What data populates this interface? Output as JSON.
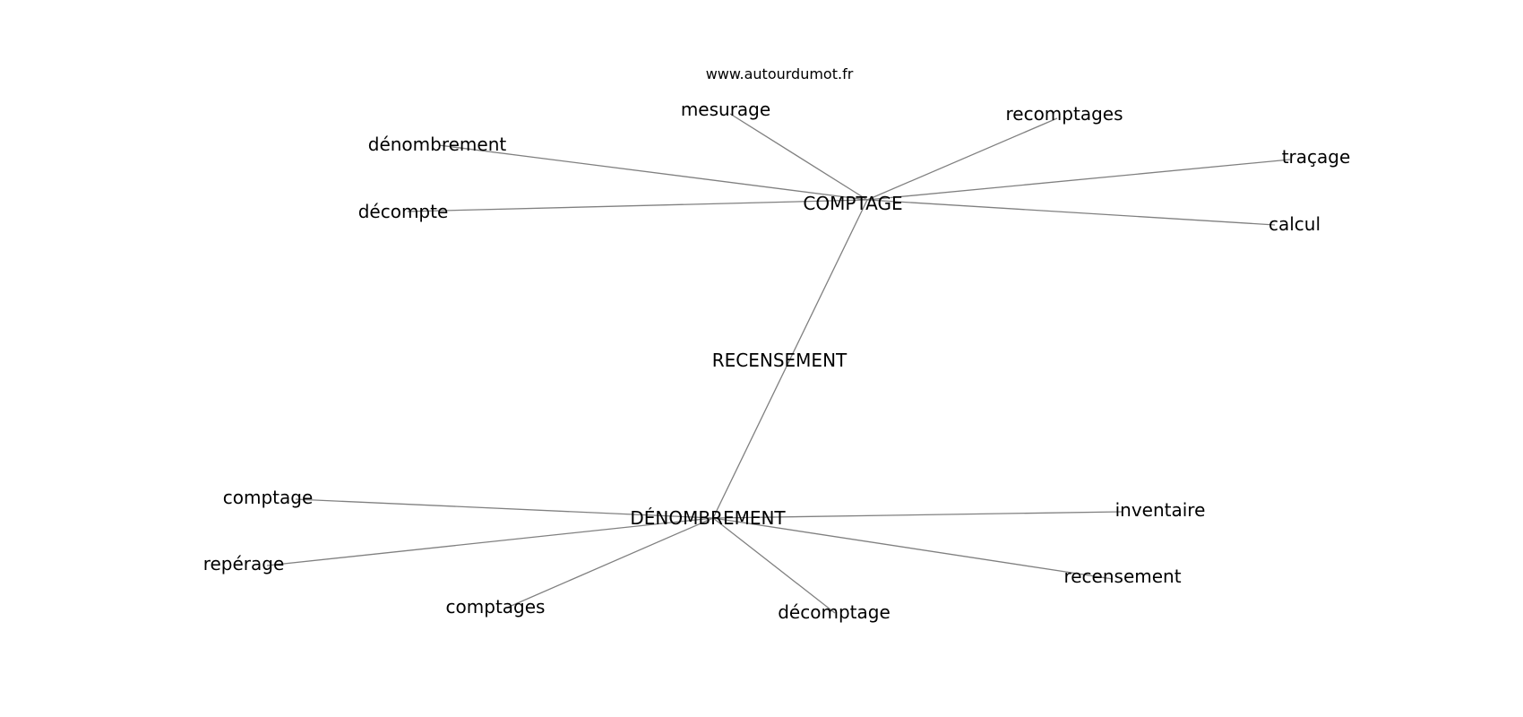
{
  "source": "www.autourdumot.fr",
  "center": {
    "id": "recensement_center",
    "label": "RECENSEMENT"
  },
  "hubs": [
    {
      "id": "comptage_hub",
      "label": "COMPTAGE"
    },
    {
      "id": "denombrement_hub",
      "label": "DÉNOMBREMENT"
    }
  ],
  "leaves": [
    {
      "id": "mesurage",
      "label": "mesurage",
      "hub": "comptage_hub"
    },
    {
      "id": "recomptages",
      "label": "recomptages",
      "hub": "comptage_hub"
    },
    {
      "id": "denombrement",
      "label": "dénombrement",
      "hub": "comptage_hub"
    },
    {
      "id": "tracage",
      "label": "traçage",
      "hub": "comptage_hub"
    },
    {
      "id": "decompte",
      "label": "décompte",
      "hub": "comptage_hub"
    },
    {
      "id": "calcul",
      "label": "calcul",
      "hub": "comptage_hub"
    },
    {
      "id": "comptage",
      "label": "comptage",
      "hub": "denombrement_hub"
    },
    {
      "id": "inventaire",
      "label": "inventaire",
      "hub": "denombrement_hub"
    },
    {
      "id": "reperage",
      "label": "repérage",
      "hub": "denombrement_hub"
    },
    {
      "id": "recensement",
      "label": "recensement",
      "hub": "denombrement_hub"
    },
    {
      "id": "comptages",
      "label": "comptages",
      "hub": "denombrement_hub"
    },
    {
      "id": "decomptage",
      "label": "décomptage",
      "hub": "denombrement_hub"
    }
  ],
  "edges": [
    [
      "comptage_hub",
      "denombrement_hub"
    ],
    [
      "comptage_hub",
      "mesurage"
    ],
    [
      "comptage_hub",
      "recomptages"
    ],
    [
      "comptage_hub",
      "denombrement"
    ],
    [
      "comptage_hub",
      "tracage"
    ],
    [
      "comptage_hub",
      "decompte"
    ],
    [
      "comptage_hub",
      "calcul"
    ],
    [
      "denombrement_hub",
      "comptage"
    ],
    [
      "denombrement_hub",
      "inventaire"
    ],
    [
      "denombrement_hub",
      "reperage"
    ],
    [
      "denombrement_hub",
      "recensement"
    ],
    [
      "denombrement_hub",
      "comptages"
    ],
    [
      "denombrement_hub",
      "decomptage"
    ]
  ],
  "colors": {
    "edge": "#808080",
    "text": "#000000",
    "background": "#ffffff"
  }
}
